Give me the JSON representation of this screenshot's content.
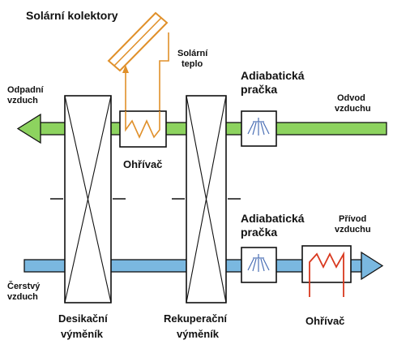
{
  "labels": {
    "solar_collectors": "Solární kolektory",
    "solar_heat_line1": "Solární",
    "solar_heat_line2": "teplo",
    "exhaust_air_line1": "Odpadní",
    "exhaust_air_line2": "vzduch",
    "heater_top": "Ohřívač",
    "adiabatic_top_line1": "Adiabatická",
    "adiabatic_top_line2": "pračka",
    "extract_air_line1": "Odvod",
    "extract_air_line2": "vzduchu",
    "adiabatic_bottom_line1": "Adiabatická",
    "adiabatic_bottom_line2": "pračka",
    "supply_air_line1": "Přívod",
    "supply_air_line2": "vzduchu",
    "fresh_air_line1": "Čerstvý",
    "fresh_air_line2": "vzduch",
    "desiccant_line1": "Desikační",
    "desiccant_line2": "výměník",
    "recuperative_line1": "Rekuperační",
    "recuperative_line2": "výměník",
    "heater_bottom": "Ohřívač"
  },
  "colors": {
    "exhaust_duct": "#8dd35f",
    "supply_duct": "#7ab8e0",
    "solar_loop": "#e0902a",
    "heater_coil": "#d9381e",
    "outline": "#111111"
  }
}
